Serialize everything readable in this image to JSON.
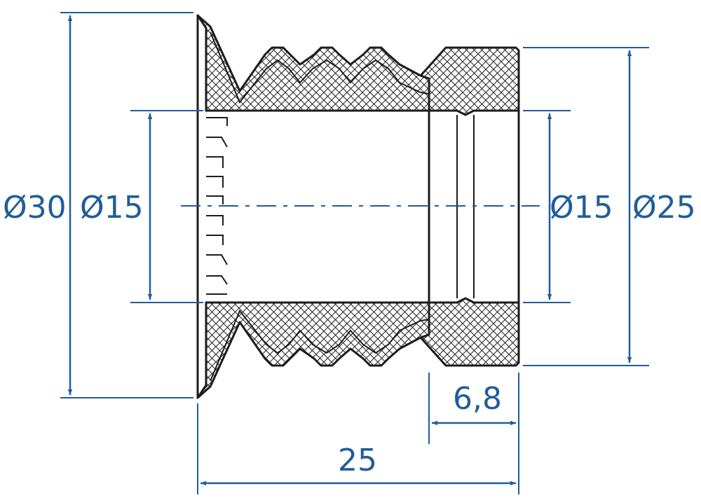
{
  "drawing": {
    "accent_color": "#1f5d9c",
    "line_color": "#1c1c1c"
  },
  "dimensions": {
    "outer_lip_diameter": "Ø30",
    "inner_bore_left": "Ø15",
    "inner_bore_right": "Ø15",
    "body_diameter": "Ø25",
    "collar_length": "6,8",
    "overall_length": "25"
  }
}
